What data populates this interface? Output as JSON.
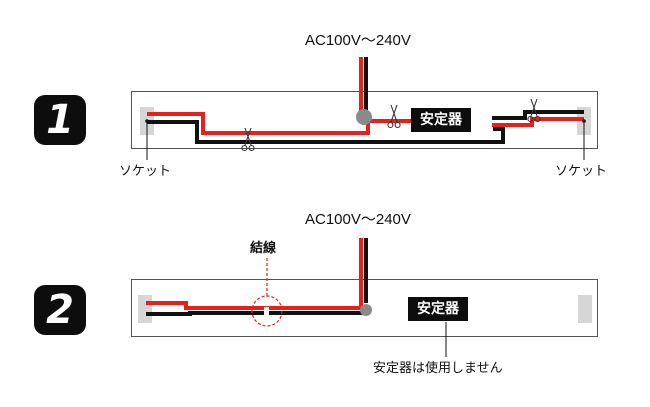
{
  "top_diagram": {
    "step_number": "1",
    "power_label": "AC100V～240V",
    "ballast_label": "安定器",
    "socket_left_label": "ソケット",
    "socket_right_label": "ソケット"
  },
  "bottom_diagram": {
    "step_number": "2",
    "power_label": "AC100V～240V",
    "ballast_label": "安定器",
    "splice_label": "結線",
    "ballast_note": "安定器は使用しません"
  },
  "colors": {
    "live_wire": "#e8201c",
    "neutral_wire": "#111111",
    "socket": "#d6d6d6",
    "splice_circle": "#e8201c"
  },
  "icons": [
    "scissors-icon",
    "scissors-icon",
    "scissors-icon"
  ]
}
